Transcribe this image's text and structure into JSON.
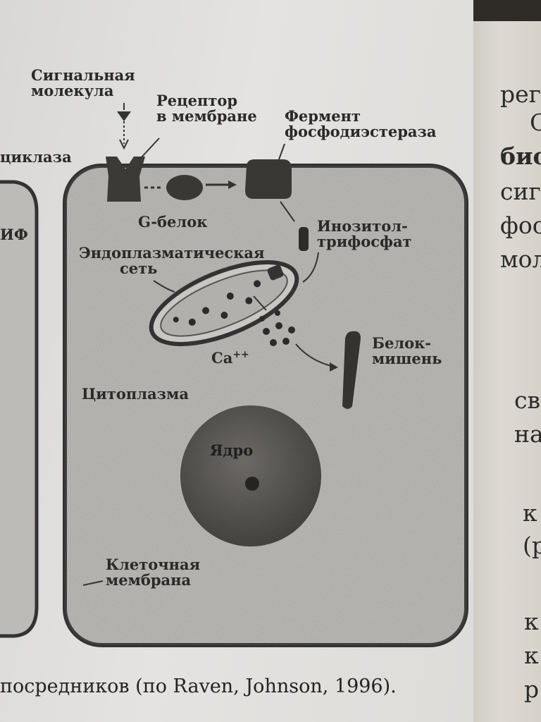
{
  "figure": {
    "labels": {
      "signal_molecule": "Сигнальная молекула",
      "signal_molecule_l1": "Сигнальная",
      "signal_molecule_l2": "молекула",
      "receptor_l1": "Рецептор",
      "receptor_l2": "в мембране",
      "enzyme_l1": "Фермент",
      "enzyme_l2": "фосфодиэстераза",
      "cyclase_fragment": "циклаза",
      "left_fragment": "ИФ",
      "g_protein": "G-белок",
      "ip3_l1": "Инозитол-",
      "ip3_l2": "трифосфат",
      "er_l1": "Эндоплазматическая",
      "er_l2": "сеть",
      "calcium": "Ca",
      "calcium_sup": "++",
      "target_l1": "Белок-",
      "target_l2": "мишень",
      "cytoplasm": "Цитоплазма",
      "nucleus": "Ядро",
      "membrane_l1": "Клеточная",
      "membrane_l2": "мембрана"
    },
    "caption": "посредников (по Raven, Johnson, 1996)."
  },
  "facing_page": {
    "fragments": [
      "регу",
      "С",
      "био",
      "сиг",
      "фос",
      "мол",
      "св",
      "на",
      "к",
      "(р",
      "к",
      "к",
      "р"
    ]
  },
  "colors": {
    "paper": "#e0dfdc",
    "ink": "#2a2a2a",
    "cell_fill": "#b9b7b3",
    "nucleus_fill": "#4a4845"
  }
}
